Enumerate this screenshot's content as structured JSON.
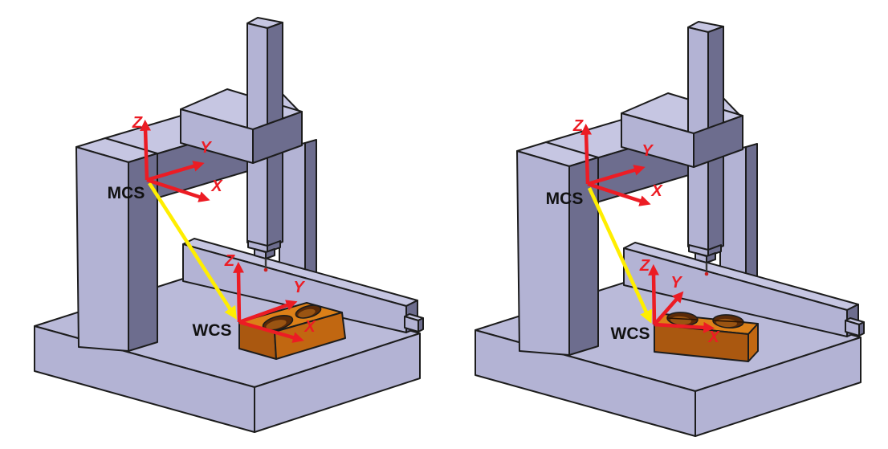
{
  "labels": {
    "mcs": "MCS",
    "wcs": "WCS",
    "axis_x": "X",
    "axis_y": "Y",
    "axis_z": "Z"
  },
  "colors": {
    "background": "#ffffff",
    "machine_light": "#b3b3d4",
    "machine_top": "#c6c6e2",
    "machine_dark": "#6d6d8e",
    "machine_base_top": "#babad9",
    "outline": "#1c1c1c",
    "axis_arrow_red": "#ec1c24",
    "offset_vector_yellow": "#ffee00",
    "workpiece_top": "#dc8018",
    "workpiece_side_dark": "#aa5810",
    "workpiece_side_mid": "#c16711",
    "hole_dark": "#5a2a08",
    "hole_inner": "#9a5412",
    "probe_tip_red": "#cc2020"
  }
}
